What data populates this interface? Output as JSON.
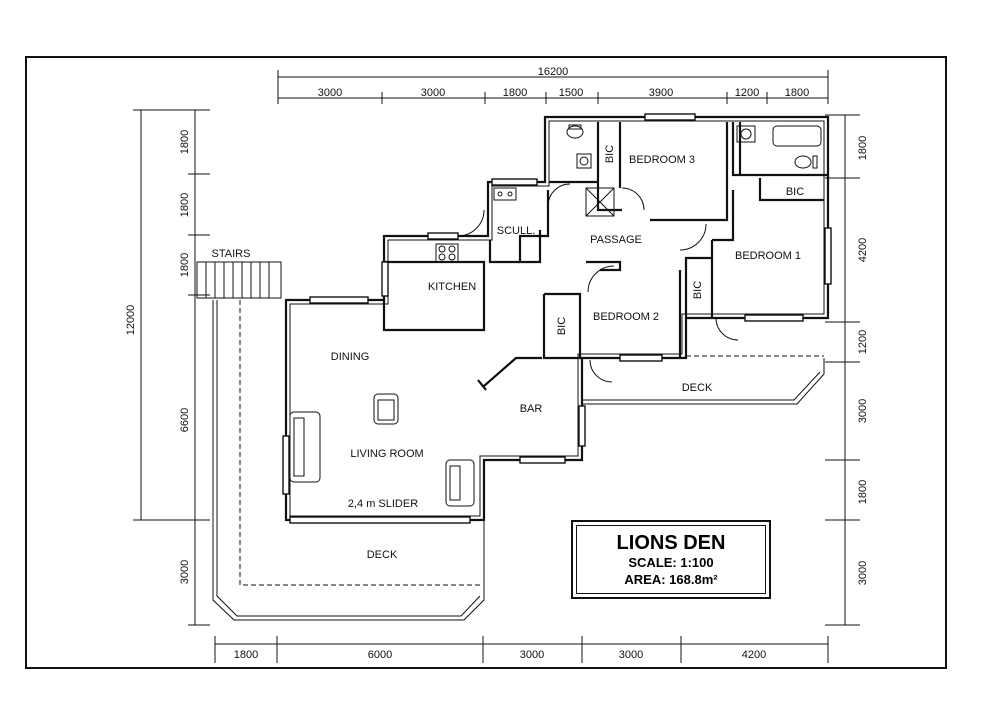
{
  "title_block": {
    "name": "LIONS DEN",
    "scale": "SCALE: 1:100",
    "area": "AREA: 168.8m²"
  },
  "rooms": {
    "bedroom3": "BEDROOM 3",
    "bedroom1": "BEDROOM 1",
    "bedroom2": "BEDROOM 2",
    "passage": "PASSAGE",
    "scullery": "SCULL.",
    "kitchen": "KITCHEN",
    "dining": "DINING",
    "living": "LIVING ROOM",
    "bar": "BAR",
    "deck_right": "DECK",
    "deck_bottom": "DECK",
    "stairs": "STAIRS",
    "slider": "2,4 m SLIDER",
    "bic_b3": "BIC",
    "bic_b1_top": "BIC",
    "bic_b1_side": "BIC",
    "bic_b2": "BIC"
  },
  "dimensions": {
    "top_total": "16200",
    "top": [
      "3000",
      "3000",
      "1800",
      "1500",
      "3900",
      "1200",
      "1800"
    ],
    "left_total": "12000",
    "left": [
      "1800",
      "1800",
      "1800",
      "6600",
      "3000"
    ],
    "right": [
      "1800",
      "4200",
      "1200",
      "3000",
      "1800",
      "3000"
    ],
    "bottom": [
      "1800",
      "6000",
      "3000",
      "3000",
      "4200"
    ]
  }
}
